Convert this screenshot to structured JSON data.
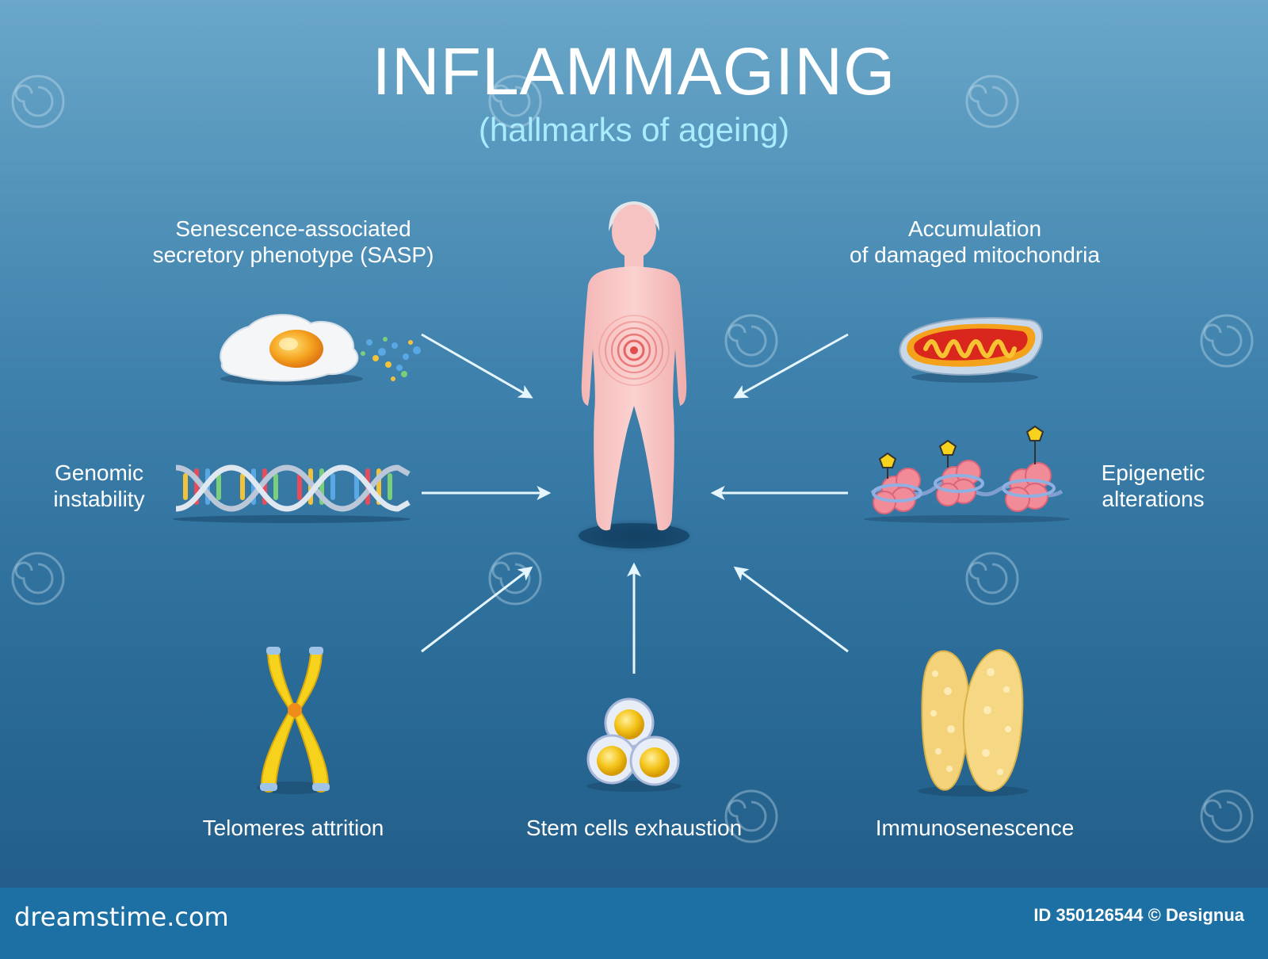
{
  "header": {
    "title": "INFLAMMAGING",
    "subtitle": "(hallmarks of ageing)"
  },
  "hallmarks": {
    "sasp": "Senescence-associated\nsecretory phenotype (SASP)",
    "mitochondria": "Accumulation\nof damaged mitochondria",
    "genomic": "Genomic\ninstability",
    "epigenetic": "Epigenetic\nalterations",
    "telomeres": "Telomeres attrition",
    "stem_cells": "Stem cells exhaustion",
    "immuno": "Immunosenescence"
  },
  "footer": {
    "brand": "dreamstime.com",
    "stock_id": "ID 350126544 © Designua"
  },
  "colors": {
    "background_top": "#6aa7c9",
    "background_bottom": "#215a86",
    "subtitle": "#a9ecff",
    "footer_bar": "#1d70a3",
    "body_skin": "#f7c3c2",
    "inflammation": "#e04b4b",
    "arrow": "#e6f6ff"
  }
}
